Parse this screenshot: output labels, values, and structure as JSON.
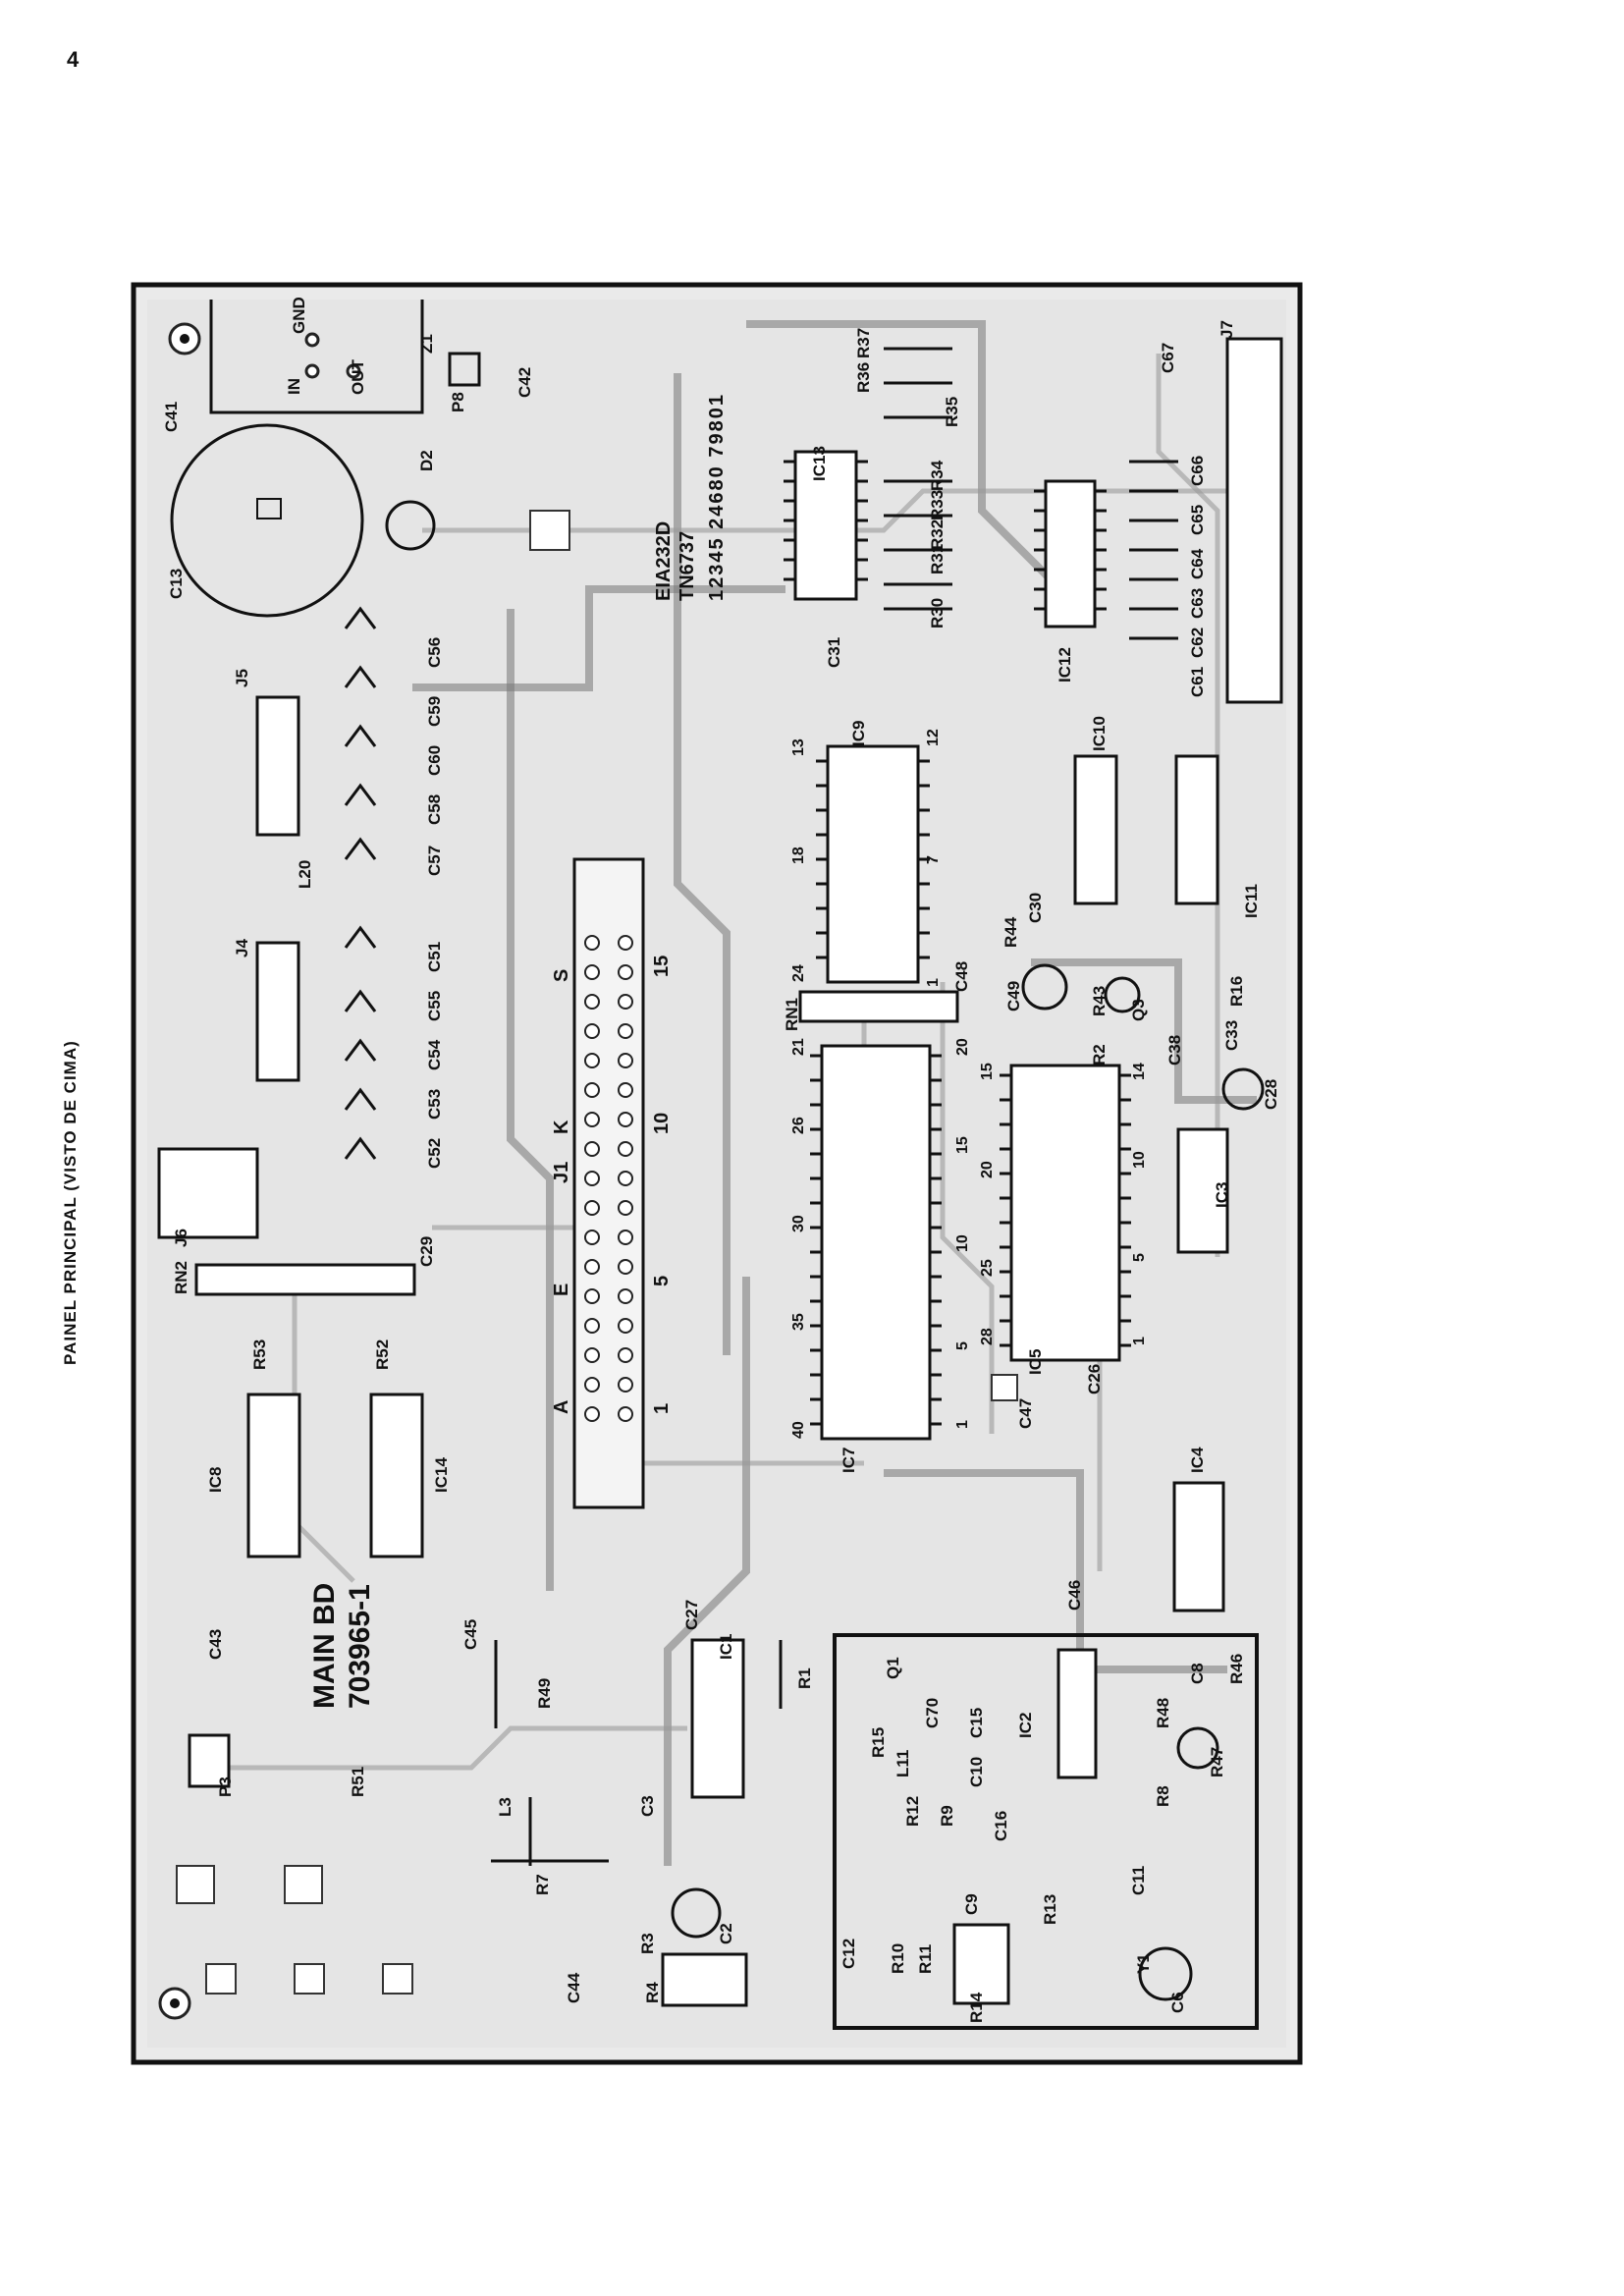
{
  "page": {
    "number": "4",
    "title": "PAINEL PRINCIPAL  (VISTO DE CIMA)"
  },
  "board": {
    "name": "MAIN  BD",
    "part": "703965-1",
    "stamp": [
      "EIA232D",
      "TN6737"
    ],
    "digits": "12345 24680 79801"
  },
  "components": {
    "ic1": "IC1",
    "ic2": "IC2",
    "ic3": "IC3",
    "ic4": "IC4",
    "ic5": "IC5",
    "ic7": "IC7",
    "ic8": "IC8",
    "ic9": "IC9",
    "ic10": "IC10",
    "ic11": "IC11",
    "ic12": "IC12",
    "ic13": "IC13",
    "ic14": "IC14",
    "j1": "J1",
    "j4": "J4",
    "j5": "J5",
    "j6": "J6",
    "j7": "J7",
    "rn1": "RN1",
    "rn2": "RN2",
    "p3": "P3",
    "p8": "P8",
    "z1": "Z1",
    "d2": "D2",
    "q1": "Q1",
    "q3": "Q3",
    "y1": "Y1",
    "l3": "L3",
    "l11": "L11",
    "l20": "L20",
    "r1": "R1",
    "r2": "R2",
    "r3": "R3",
    "r4": "R4",
    "r7": "R7",
    "r8": "R8",
    "r9": "R9",
    "r10": "R10",
    "r11": "R11",
    "r12": "R12",
    "r13": "R13",
    "r14": "R14",
    "r15": "R15",
    "r16": "R16",
    "r30": "R30",
    "r31": "R31",
    "r32": "R32",
    "r33": "R33",
    "r34": "R34",
    "r35": "R35",
    "r36": "R36",
    "r37": "R37",
    "r43": "R43",
    "r44": "R44",
    "r46": "R46",
    "r47": "R47",
    "r48": "R48",
    "r49": "R49",
    "r51": "R51",
    "r52": "R52",
    "r53": "R53",
    "c2": "C2",
    "c3": "C3",
    "c6": "C6",
    "c8": "C8",
    "c9": "C9",
    "c10": "C10",
    "c11": "C11",
    "c12": "C12",
    "c13": "C13",
    "c15": "C15",
    "c16": "C16",
    "c26": "C26",
    "c27": "C27",
    "c28": "C28",
    "c29": "C29",
    "c30": "C30",
    "c31": "C31",
    "c33": "C33",
    "c38": "C38",
    "c41": "C41",
    "c42": "C42",
    "c43": "C43",
    "c44": "C44",
    "c45": "C45",
    "c46": "C46",
    "c47": "C47",
    "c48": "C48",
    "c49": "C49",
    "c51": "C51",
    "c52": "C52",
    "c53": "C53",
    "c54": "C54",
    "c55": "C55",
    "c56": "C56",
    "c57": "C57",
    "c58": "C58",
    "c59": "C59",
    "c60": "C60",
    "c61": "C61",
    "c62": "C62",
    "c63": "C63",
    "c64": "C64",
    "c65": "C65",
    "c66": "C66",
    "c67": "C67",
    "c70": "C70",
    "in": "IN",
    "gnd": "GND",
    "out": "OUT"
  },
  "j1_row_labels": [
    "A",
    "E",
    "J1",
    "K",
    "S"
  ],
  "j1_pin_numbers": [
    "1",
    "5",
    "10",
    "15"
  ],
  "ic7_pins": [
    "40",
    "35",
    "30",
    "26",
    "21",
    "20",
    "15",
    "10",
    "5",
    "1"
  ],
  "ic5_pins": [
    "28",
    "25",
    "20",
    "15",
    "14",
    "10",
    "5",
    "1"
  ],
  "ic9_pins": [
    "24",
    "18",
    "13",
    "12",
    "7",
    "1"
  ]
}
